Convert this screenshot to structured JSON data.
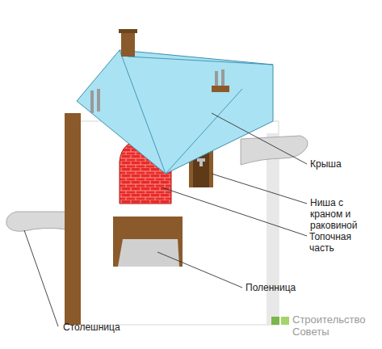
{
  "diagram": {
    "labels": [
      "Крыша",
      "Ниша с краном и раковиной",
      "Топочная часть",
      "Поленница",
      "Столешница",
      "Строительство Советы"
    ]
  }
}
